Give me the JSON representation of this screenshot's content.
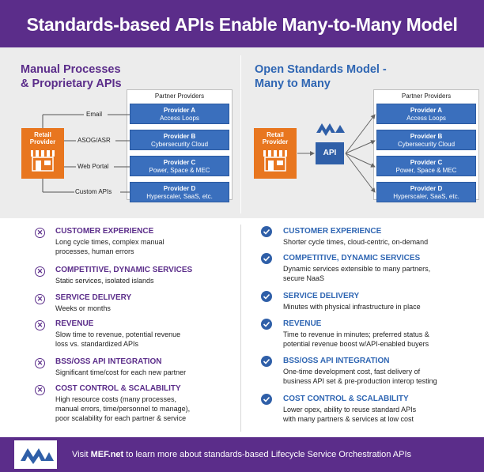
{
  "header": {
    "title": "Standards-based APIs Enable Many-to-Many Model"
  },
  "left_panel": {
    "title_line1": "Manual Processes",
    "title_line2": "& Proprietary APIs",
    "partner_label": "Partner Providers",
    "retail_line1": "Retail",
    "retail_line2": "Provider",
    "connections": [
      "Email",
      "ASOG/ASR",
      "Web Portal",
      "Custom APIs"
    ]
  },
  "right_panel": {
    "title_line1": "Open Standards Model -",
    "title_line2": "Many to Many",
    "partner_label": "Partner Providers",
    "retail_line1": "Retail",
    "retail_line2": "Provider",
    "api_label": "API"
  },
  "providers": [
    {
      "name": "Provider A",
      "desc": "Access Loops"
    },
    {
      "name": "Provider B",
      "desc": "Cybersecurity Cloud"
    },
    {
      "name": "Provider C",
      "desc": "Power, Space & MEC"
    },
    {
      "name": "Provider D",
      "desc": "Hyperscaler, SaaS, etc."
    }
  ],
  "left_items": [
    {
      "title": "CUSTOMER EXPERIENCE",
      "desc1": "Long cycle times, complex manual",
      "desc2": "processes, human errors",
      "desc3": ""
    },
    {
      "title": "COMPETITIVE, DYNAMIC SERVICES",
      "desc1": "Static services, isolated islands",
      "desc2": "",
      "desc3": ""
    },
    {
      "title": "SERVICE DELIVERY",
      "desc1": "Weeks or months",
      "desc2": "",
      "desc3": ""
    },
    {
      "title": "REVENUE",
      "desc1": "Slow time to revenue, potential revenue",
      "desc2": "loss vs. standardized APIs",
      "desc3": ""
    },
    {
      "title": "BSS/OSS API INTEGRATION",
      "desc1": "Significant time/cost for each new partner",
      "desc2": "",
      "desc3": ""
    },
    {
      "title": "COST CONTROL & SCALABILITY",
      "desc1": "High resource costs (many processes,",
      "desc2": "manual errors, time/personnel to manage),",
      "desc3": "poor scalability for each partner & service"
    }
  ],
  "right_items": [
    {
      "title": "CUSTOMER EXPERIENCE",
      "desc1": "Shorter cycle times, cloud-centric, on-demand",
      "desc2": ""
    },
    {
      "title": "COMPETITIVE, DYNAMIC SERVICES",
      "desc1": "Dynamic services extensible to many partners,",
      "desc2": "secure NaaS"
    },
    {
      "title": "SERVICE DELIVERY",
      "desc1": "Minutes with physical infrastructure in place",
      "desc2": ""
    },
    {
      "title": "REVENUE",
      "desc1": "Time to revenue in minutes; preferred status &",
      "desc2": "potential revenue boost w/API-enabled buyers"
    },
    {
      "title": "BSS/OSS API INTEGRATION",
      "desc1": "One-time development cost, fast delivery of",
      "desc2": "business API set & pre-production interop testing"
    },
    {
      "title": "COST CONTROL & SCALABILITY",
      "desc1": "Lower opex, ability to reuse standard APIs",
      "desc2": "with many partners & services at low cost"
    }
  ],
  "footer": {
    "text_pre": "Visit ",
    "link": "MEF.net",
    "text_post": " to learn more about standards-based Lifecycle Service Orchestration APIs"
  }
}
